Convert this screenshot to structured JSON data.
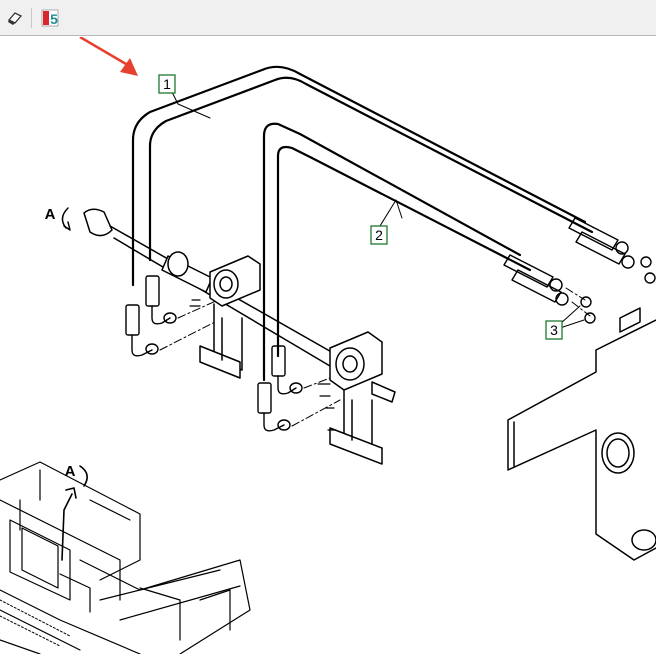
{
  "toolbar": {
    "buttons": [
      {
        "name": "eraser-icon"
      },
      {
        "name": "app-logo-icon",
        "logo_text": "5"
      }
    ]
  },
  "drawing": {
    "callouts": [
      {
        "id": "1",
        "label": "1"
      },
      {
        "id": "2",
        "label": "2"
      },
      {
        "id": "3",
        "label": "3"
      }
    ],
    "view_labels": [
      "A",
      "A"
    ],
    "colors": {
      "arrow": "#e8402f",
      "callout_border": "#1d7a2e",
      "line": "#000000",
      "toolbar_bg": "#f0f0f0",
      "logo_red": "#d7262d",
      "logo_teal": "#1f8d9b"
    }
  }
}
